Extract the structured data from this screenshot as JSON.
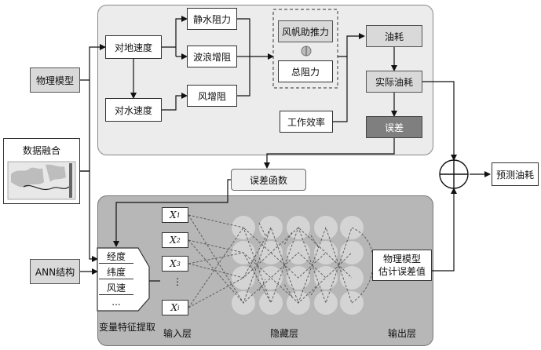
{
  "physical": {
    "ground_speed": "对地速度",
    "water_speed": "对水速度",
    "still_water": "静水阻力",
    "wave_added": "波浪增阻",
    "wind_added": "风增阻",
    "sail_thrust": "风帆助推力",
    "total_resistance": "总阻力",
    "efficiency": "工作效率",
    "fuel": "油耗",
    "actual_fuel": "实际油耗",
    "error": "误差"
  },
  "inputs_left": {
    "physical_model": "物理模型",
    "data_fusion": "数据融合",
    "ann_structure": "ANN结构"
  },
  "error_function": "误差函数",
  "prediction": "预测油耗",
  "ann": {
    "features": [
      "经度",
      "纬度",
      "风速",
      "..."
    ],
    "feature_label": "变量特征提取",
    "nodes": [
      {
        "base": "X",
        "sub": "1"
      },
      {
        "base": "X",
        "sub": "2"
      },
      {
        "base": "X",
        "sub": "3"
      },
      {
        "base": "⋮",
        "sub": ""
      },
      {
        "base": "X",
        "sub": "i"
      }
    ],
    "output_box": [
      "物理模型",
      "估计误差值"
    ],
    "input_layer": "输入层",
    "hidden_layer": "隐藏层",
    "output_layer": "输出层"
  }
}
